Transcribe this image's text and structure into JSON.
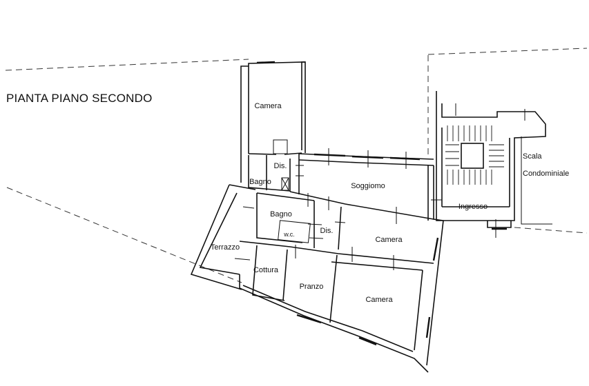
{
  "plan": {
    "title": "PIANTA PIANO SECONDO",
    "rooms": {
      "camera_north": "Camera",
      "dis_upper": "Dis.",
      "bagno_small": "Bagno",
      "soggiorno": "Soggiomo",
      "scala": "Scala",
      "condominiale": "Condominiale",
      "ingresso": "Ingresso",
      "bagno": "Bagno",
      "wc": "w.c.",
      "dis_lower": "Dis.",
      "terrazzo": "Terrazzo",
      "camera_east": "Camera",
      "cottura": "Cottura",
      "pranzo": "Pranzo",
      "camera_south": "Camera"
    }
  }
}
